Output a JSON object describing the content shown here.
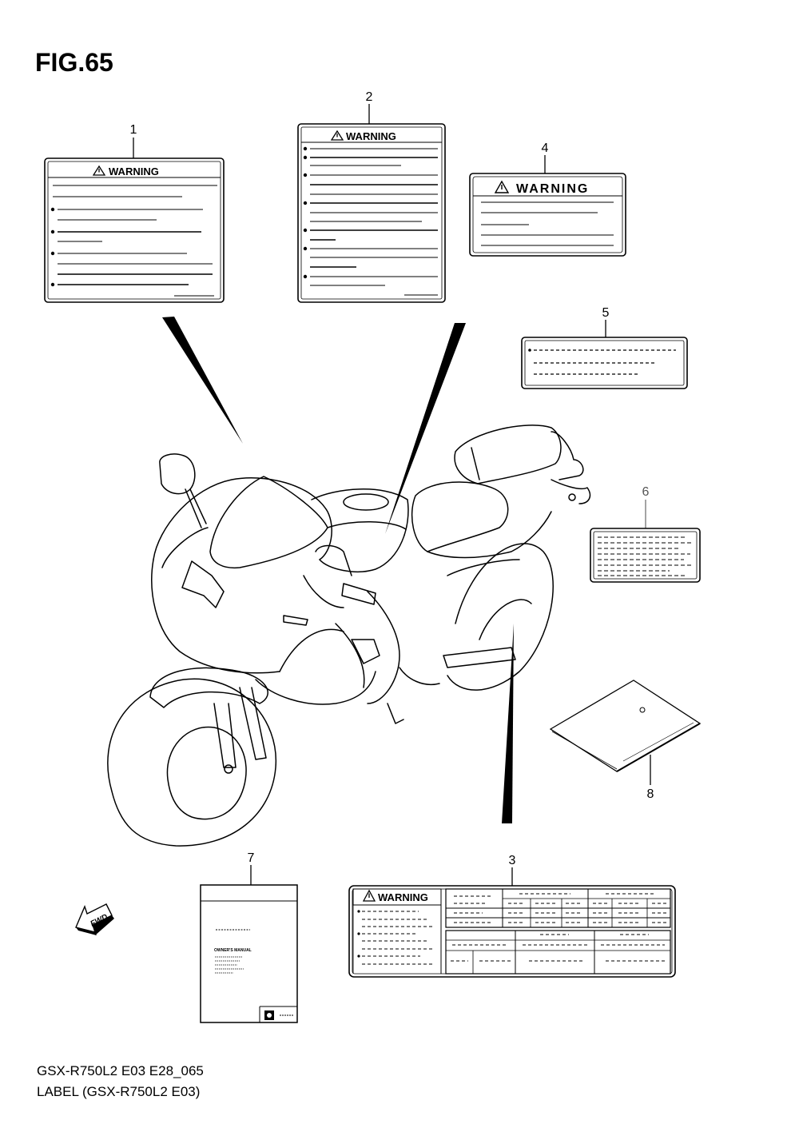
{
  "figure": {
    "title": "FIG.65",
    "footer_code": "GSX-R750L2 E03 E28_065",
    "footer_desc": "LABEL (GSX-R750L2 E03)"
  },
  "parts": [
    {
      "ref": "1",
      "name": "warning-label-1",
      "text": "WARNING"
    },
    {
      "ref": "2",
      "name": "warning-label-2",
      "text": "WARNING"
    },
    {
      "ref": "3",
      "name": "warning-label-3",
      "text": "WARNING"
    },
    {
      "ref": "4",
      "name": "warning-label-4",
      "text": "WARNING"
    },
    {
      "ref": "5",
      "name": "info-label-5",
      "text": ""
    },
    {
      "ref": "6",
      "name": "info-label-6",
      "text": ""
    },
    {
      "ref": "7",
      "name": "owners-manual",
      "text": "OWNER'S MANUAL"
    },
    {
      "ref": "8",
      "name": "document-sheet",
      "text": ""
    }
  ],
  "orientation": {
    "text": "FWD"
  },
  "colors": {
    "line": "#000000",
    "background": "#ffffff"
  }
}
